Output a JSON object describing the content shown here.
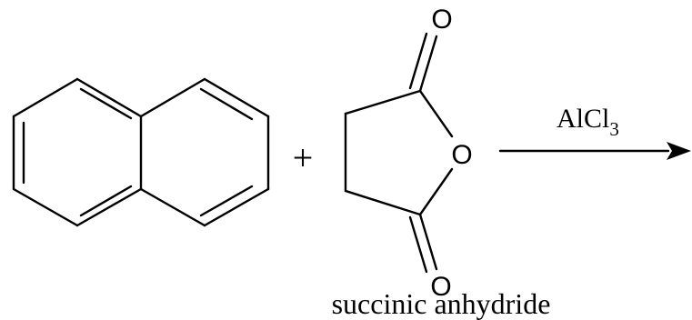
{
  "scheme": {
    "plus_sign": "+",
    "reactant_1": {
      "structure": "naphthalene-ring-system"
    },
    "reactant_2": {
      "structure": "five-membered-cyclic-anhydride",
      "label": "succinic anhydride",
      "atoms": {
        "carbonyl_oxygen_top": "O",
        "ring_oxygen": "O",
        "carbonyl_oxygen_bottom": "O"
      }
    },
    "reagent": {
      "base": "AlCl",
      "subscript": "3"
    },
    "arrow": {
      "icon": "reaction-arrow-icon",
      "color": "#000000"
    }
  }
}
